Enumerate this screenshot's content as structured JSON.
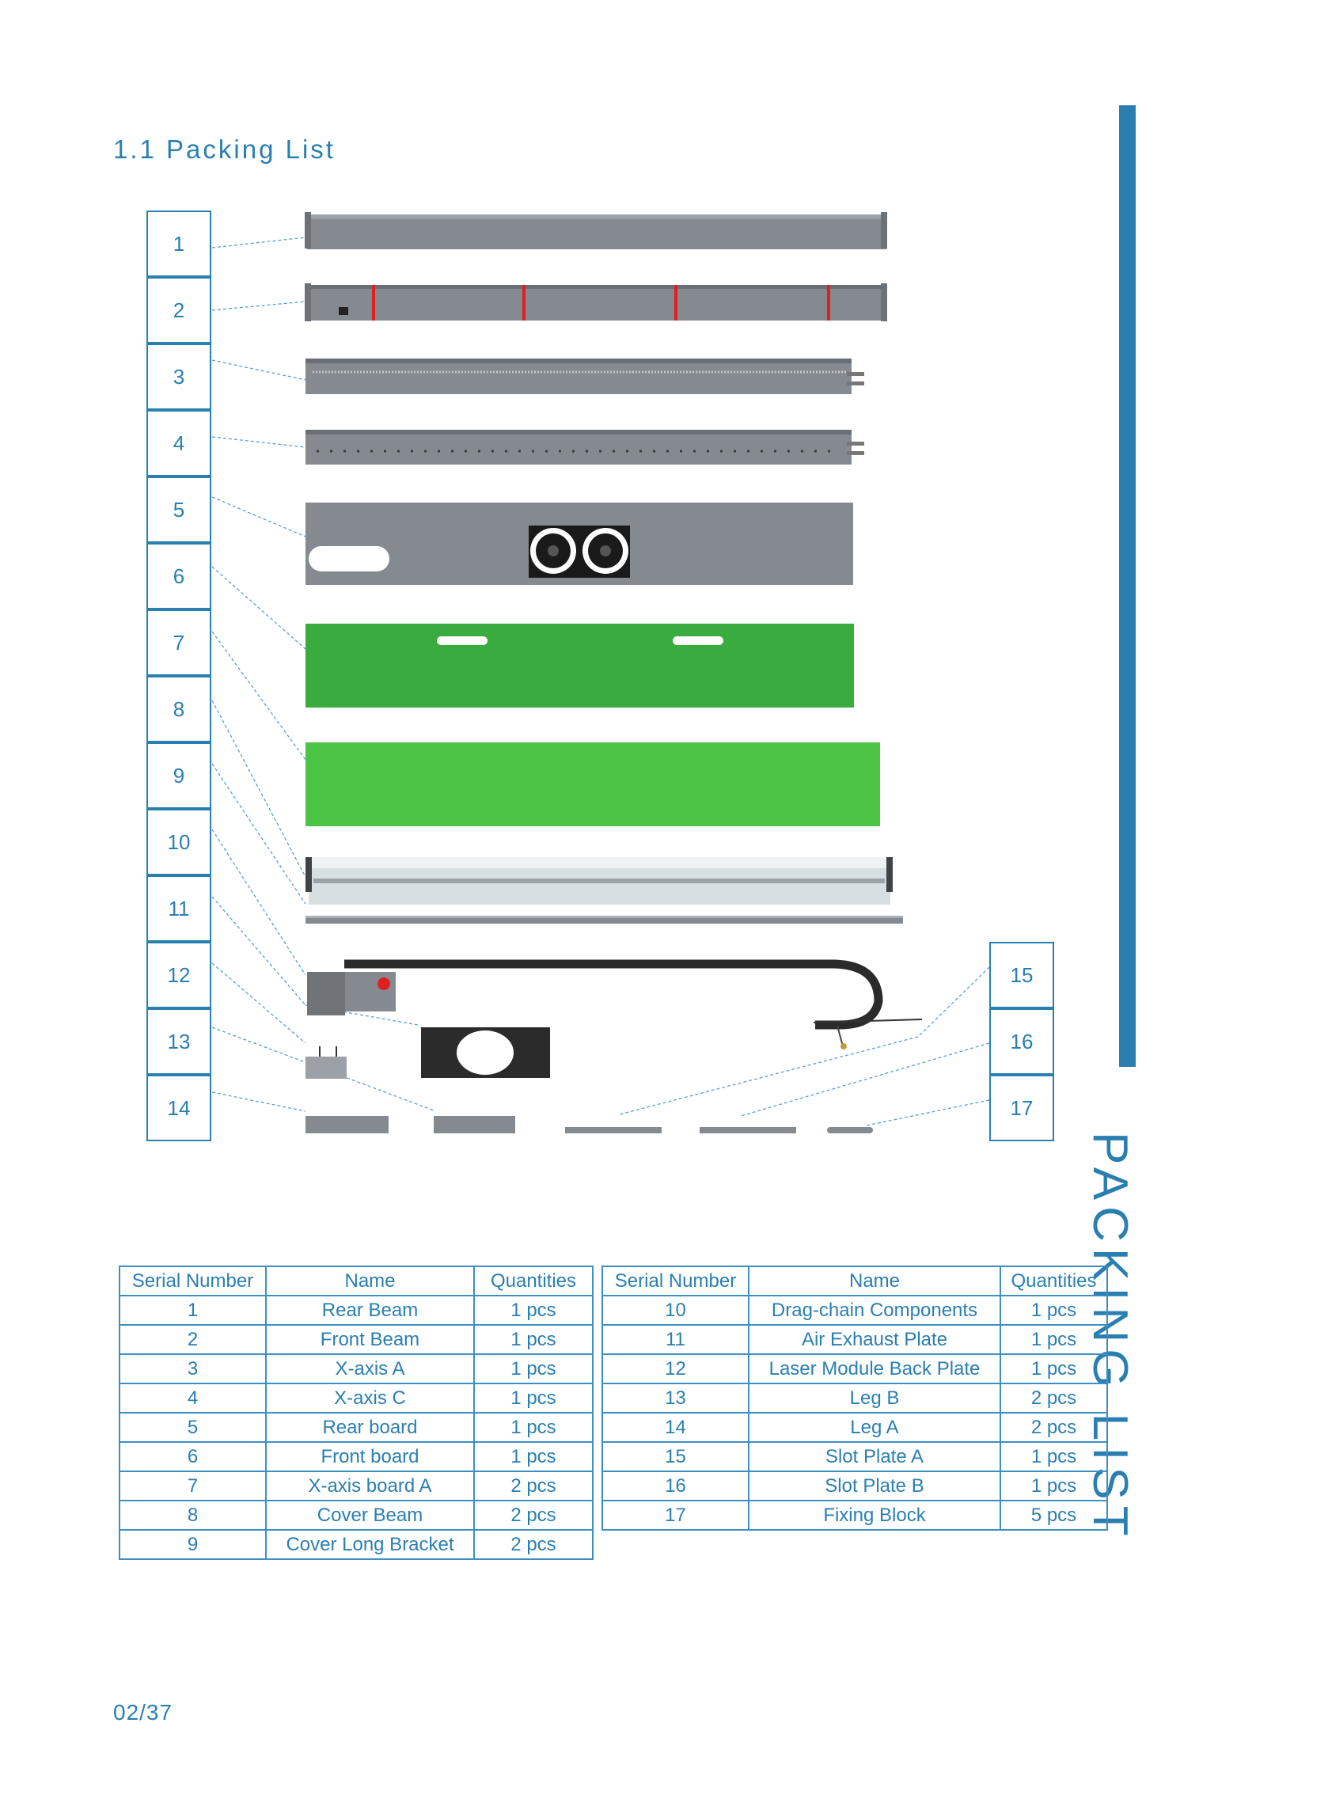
{
  "header": {
    "title": "1.1 Packing List"
  },
  "side_label": "PACKING LIST",
  "footer": {
    "page": "02/37"
  },
  "colors": {
    "accent": "#2a7fb1",
    "metal": "#858a91",
    "green_dark": "#3aab3e",
    "green_light": "#4dc544",
    "red": "#e02020"
  },
  "diagram": {
    "left_numbers": [
      "1",
      "2",
      "3",
      "4",
      "5",
      "6",
      "7",
      "8",
      "9",
      "10",
      "11",
      "12",
      "13",
      "14"
    ],
    "right_numbers": [
      "15",
      "16",
      "17"
    ]
  },
  "table": {
    "headers": [
      "Serial Number",
      "Name",
      "Quantities"
    ],
    "left_rows": [
      {
        "serial": "1",
        "name": "Rear Beam",
        "qty": "1 pcs"
      },
      {
        "serial": "2",
        "name": "Front Beam",
        "qty": "1 pcs"
      },
      {
        "serial": "3",
        "name": "X-axis A",
        "qty": "1 pcs"
      },
      {
        "serial": "4",
        "name": "X-axis C",
        "qty": "1 pcs"
      },
      {
        "serial": "5",
        "name": "Rear board",
        "qty": "1 pcs"
      },
      {
        "serial": "6",
        "name": "Front board",
        "qty": "1 pcs"
      },
      {
        "serial": "7",
        "name": "X-axis  board A",
        "qty": "2 pcs"
      },
      {
        "serial": "8",
        "name": "Cover Beam",
        "qty": "2 pcs"
      },
      {
        "serial": "9",
        "name": "Cover Long Bracket",
        "qty": "2 pcs"
      }
    ],
    "right_rows": [
      {
        "serial": "10",
        "name": "Drag-chain Components",
        "qty": "1 pcs"
      },
      {
        "serial": "11",
        "name": "Air Exhaust Plate",
        "qty": "1 pcs"
      },
      {
        "serial": "12",
        "name": "Laser Module Back Plate",
        "qty": "1 pcs"
      },
      {
        "serial": "13",
        "name": "Leg B",
        "qty": "2 pcs"
      },
      {
        "serial": "14",
        "name": "Leg A",
        "qty": "2 pcs"
      },
      {
        "serial": "15",
        "name": "Slot Plate A",
        "qty": "1 pcs"
      },
      {
        "serial": "16",
        "name": "Slot Plate B",
        "qty": "1 pcs"
      },
      {
        "serial": "17",
        "name": "Fixing Block",
        "qty": "5 pcs"
      }
    ]
  }
}
